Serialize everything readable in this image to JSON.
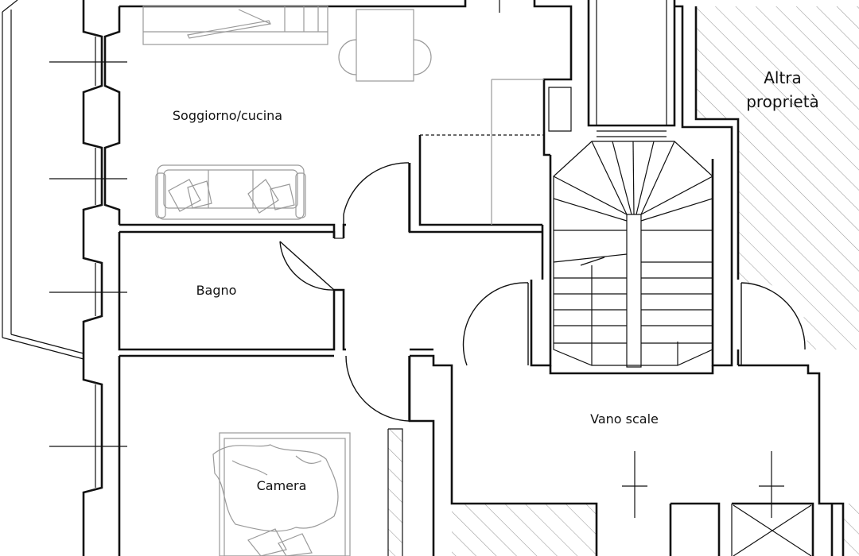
{
  "plan": {
    "rooms": [
      {
        "id": "living",
        "label": "Soggiorno/cucina"
      },
      {
        "id": "bath",
        "label": "Bagno"
      },
      {
        "id": "bedroom",
        "label": "Camera"
      },
      {
        "id": "stairwell",
        "label": "Vano scale"
      }
    ],
    "other_property": {
      "line1": "Altra",
      "line2": "proprietà"
    }
  }
}
